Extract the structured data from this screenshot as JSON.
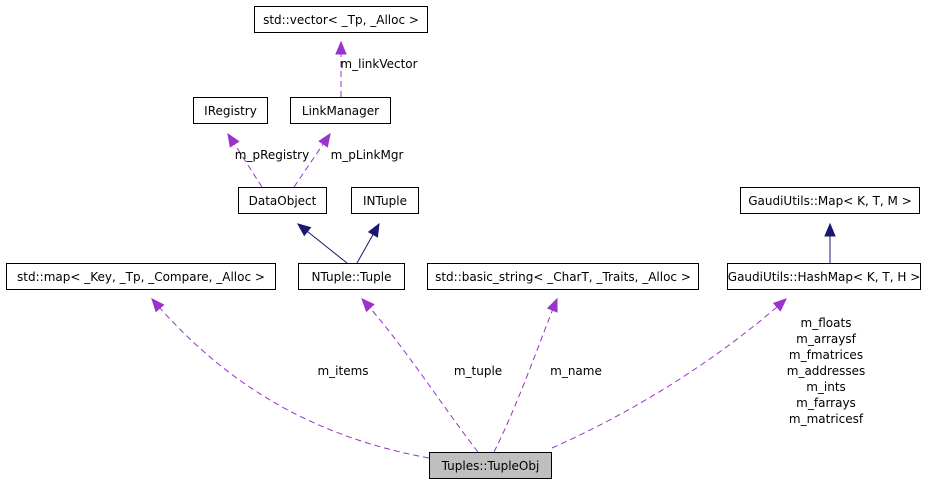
{
  "colors": {
    "inheritance": "#191970",
    "usage": "#9a32cd",
    "highlight_fill": "#bfbfbf"
  },
  "nodes": {
    "tupleobj": "Tuples::TupleObj",
    "stdmap": "std::map< _Key, _Tp, _Compare, _Alloc >",
    "ntupletuple": "NTuple::Tuple",
    "basicstring": "std::basic_string< _CharT, _Traits, _Alloc >",
    "hashmap": "GaudiUtils::HashMap< K, T, H >",
    "gaudimap": "GaudiUtils::Map< K, T, M >",
    "dataobject": "DataObject",
    "intuple": "INTuple",
    "iregistry": "IRegistry",
    "linkmanager": "LinkManager",
    "stdvector": "std::vector< _Tp, _Alloc >"
  },
  "edge_labels": {
    "m_linkVector": "m_linkVector",
    "m_pRegistry": "m_pRegistry",
    "m_pLinkMgr": "m_pLinkMgr",
    "m_items": "m_items",
    "m_tuple": "m_tuple",
    "m_name": "m_name",
    "hashmap_members": [
      "m_floats",
      "m_arraysf",
      "m_fmatrices",
      "m_addresses",
      "m_ints",
      "m_farrays",
      "m_matricesf"
    ]
  }
}
